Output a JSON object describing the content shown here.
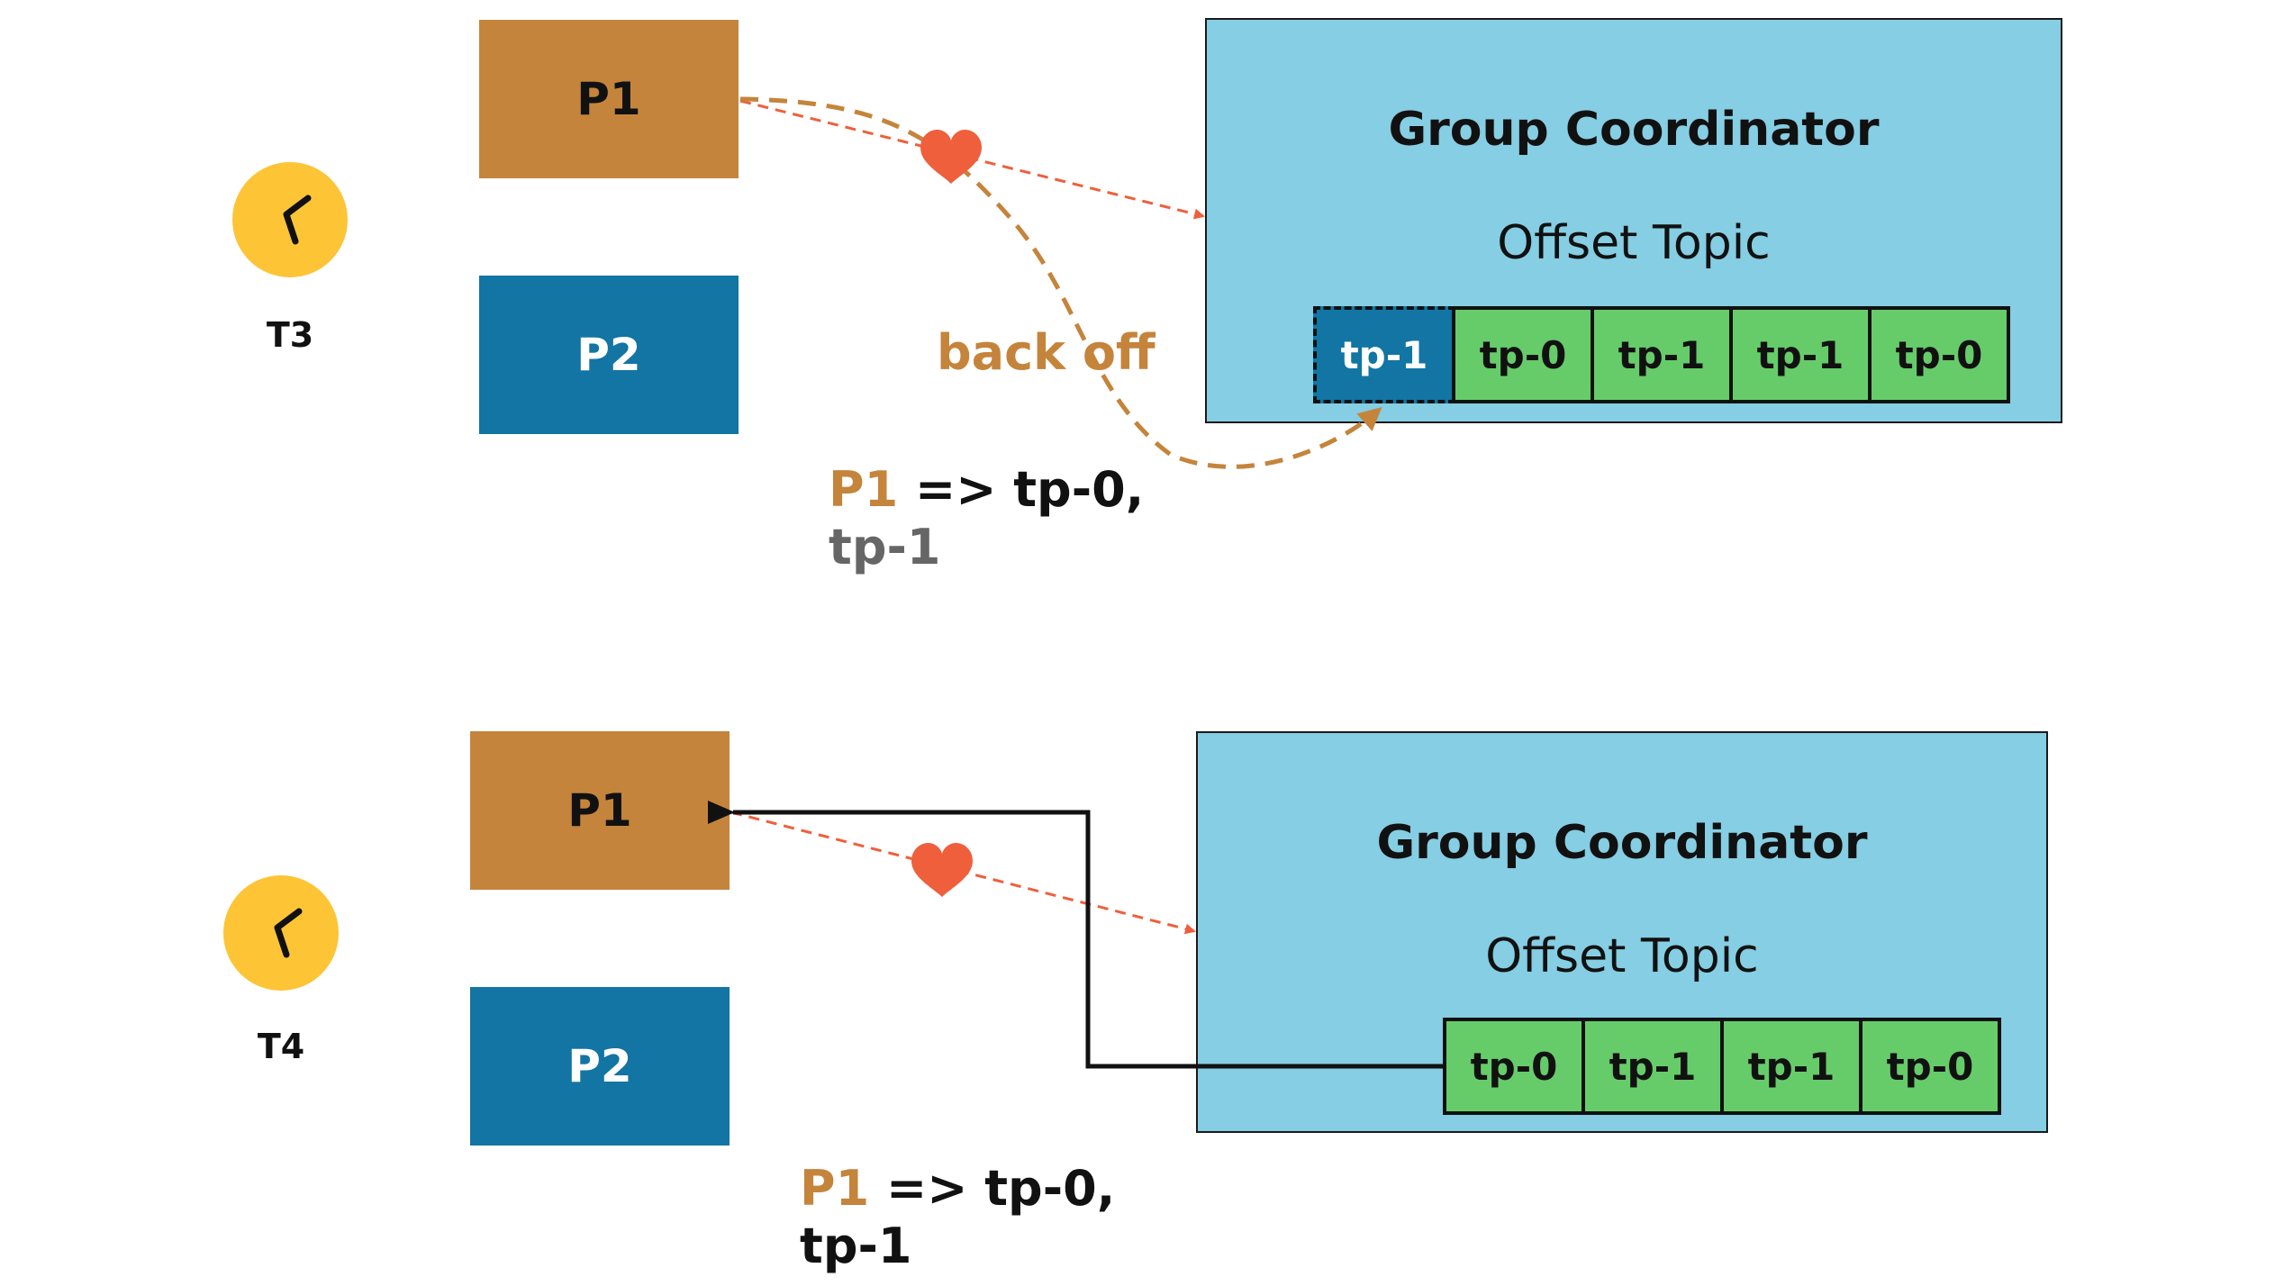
{
  "colors": {
    "p1": "#c5843b",
    "p2": "#1275a3",
    "coordinator": "#85cee3",
    "partition": "#66cc6a",
    "heartbeat": "#ef5f3c",
    "clock": "#fdc436",
    "muted_text": "#666666"
  },
  "top": {
    "time_label": "T3",
    "clock_icon": "clock-icon",
    "p1_label": "P1",
    "p2_label": "P2",
    "coordinator_title": "Group Coordinator",
    "coordinator_subtitle": "Offset Topic",
    "pending_partition": "tp-1",
    "partitions": [
      "tp-0",
      "tp-1",
      "tp-1",
      "tp-0"
    ],
    "backoff_label": "back off",
    "assignment": {
      "owner": "P1",
      "arrow": " => tp-0,",
      "pending": "tp-1"
    }
  },
  "bottom": {
    "time_label": "T4",
    "clock_icon": "clock-icon",
    "p1_label": "P1",
    "p2_label": "P2",
    "coordinator_title": "Group Coordinator",
    "coordinator_subtitle": "Offset Topic",
    "partitions": [
      "tp-0",
      "tp-1",
      "tp-1",
      "tp-0"
    ],
    "assignment": {
      "owner": "P1",
      "arrow": " => tp-0,",
      "second": "tp-1"
    }
  }
}
